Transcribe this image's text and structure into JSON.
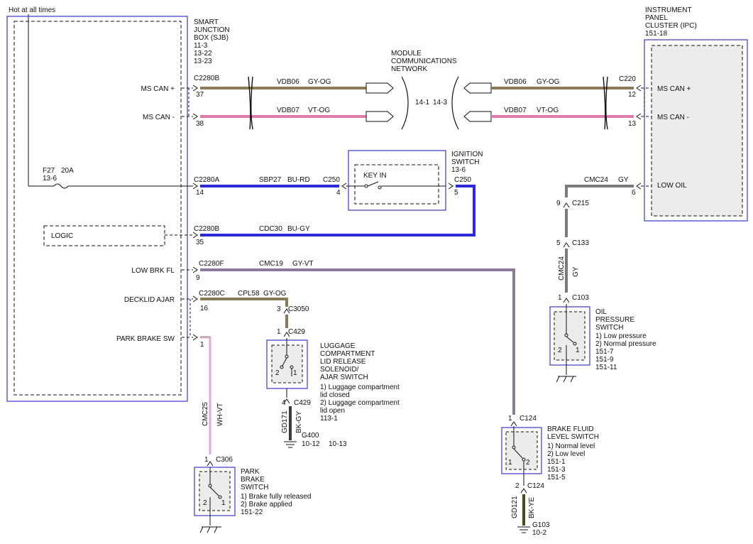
{
  "hot_label": "Hot at all times",
  "sjb": {
    "name_lines": [
      "SMART",
      "JUNCTION",
      "BOX (SJB)",
      "11-3",
      "13-22",
      "13-23"
    ],
    "pin_mscan_plus": "MS CAN +",
    "pin_mscan_minus": "MS CAN -",
    "fuse_id": "F27",
    "fuse_rating": "20A",
    "fuse_ref": "13-6",
    "logic": "LOGIC",
    "low_brk": "LOW BRK FL",
    "decklid": "DECKLID AJAR",
    "park_brake": "PARK BRAKE SW"
  },
  "mcn": {
    "label_lines": [
      "MODULE",
      "COMMUNICATIONS",
      "NETWORK"
    ],
    "ref_left": "14-1",
    "ref_right": "14-3"
  },
  "ipc": {
    "name_lines": [
      "INSTRUMENT",
      "PANEL",
      "CLUSTER (IPC)",
      "151-18"
    ],
    "pin_mscan_plus": "MS CAN +",
    "pin_mscan_minus": "MS CAN -",
    "pin_low_oil": "LOW OIL"
  },
  "ignition": {
    "label_lines": [
      "IGNITION",
      "SWITCH",
      "13-6"
    ],
    "key_in": "KEY IN"
  },
  "circuits": {
    "vdb06_l": {
      "conn": "C2280B",
      "pin": "37",
      "code": "VDB06",
      "color": "GY-OG"
    },
    "vdb07_l": {
      "pin": "38",
      "code": "VDB07",
      "color": "VT-OG"
    },
    "vdb06_r": {
      "conn": "C220",
      "pin": "12",
      "code": "VDB06",
      "color": "GY-OG"
    },
    "vdb07_r": {
      "pin": "13",
      "code": "VDB07",
      "color": "VT-OG"
    },
    "sbp27": {
      "conn": "C2280A",
      "pin": "14",
      "code": "SBP27",
      "color": "BU-RD",
      "conn2": "C250",
      "pin2": "4"
    },
    "ign_out": {
      "conn": "C250",
      "pin": "5"
    },
    "cdc30": {
      "conn": "C2280B",
      "pin": "35",
      "code": "CDC30",
      "color": "BU-GY"
    },
    "cmc19": {
      "conn": "C2280F",
      "pin": "9",
      "code": "CMC19",
      "color": "GY-VT"
    },
    "cpl58": {
      "conn": "C2280C",
      "pin": "16",
      "code": "CPL58",
      "color": "GY-OG"
    },
    "park_pin": {
      "pin": "1"
    },
    "cmc24": {
      "code": "CMC24",
      "color": "GY",
      "pin": "6"
    },
    "cmc24_v": {
      "code": "CMC24",
      "color": "GY"
    },
    "cmc25": {
      "code": "CMC25",
      "color": "WH-VT"
    },
    "gd171": {
      "code": "GD171",
      "color": "BK-GY"
    },
    "gd121": {
      "code": "GD121",
      "color": "BK-YE"
    }
  },
  "connectors": {
    "c215": {
      "name": "C215",
      "pin": "9"
    },
    "c133": {
      "name": "C133",
      "pin": "5"
    },
    "c103": {
      "name": "C103",
      "pin": "1"
    },
    "c3050": {
      "name": "C3050",
      "pin": "3"
    },
    "c429a": {
      "name": "C429",
      "pin": "1"
    },
    "c429b": {
      "name": "C429",
      "pin": "4"
    },
    "c306": {
      "name": "C306",
      "pin": "1"
    },
    "c124a": {
      "name": "C124",
      "pin": "1"
    },
    "c124b": {
      "name": "C124",
      "pin": "2"
    }
  },
  "oil_switch": {
    "label_lines": [
      "OIL",
      "PRESSURE",
      "SWITCH",
      "1) Low pressure",
      "2) Normal pressure",
      "151-7",
      "151-9",
      "151-11"
    ],
    "pin1": "1",
    "pin2": "2"
  },
  "luggage": {
    "label_lines": [
      "LUGGAGE",
      "COMPARTMENT",
      "LID RELEASE",
      "SOLENOID/",
      "AJAR SWITCH",
      "1) Luggage compartment",
      "lid closed",
      "2) Luggage compartment",
      "lid open",
      "113-1"
    ],
    "pin1": "1",
    "pin2": "2"
  },
  "park_switch": {
    "label_lines": [
      "PARK",
      "BRAKE",
      "SWITCH",
      "1) Brake fully released",
      "2) Brake applied",
      "151-22"
    ],
    "pin1": "1",
    "pin2": "2"
  },
  "brake_fluid": {
    "label_lines": [
      "BRAKE FLUID",
      "LEVEL SWITCH",
      "1) Normal level",
      "2) Low level",
      "151-1",
      "151-3",
      "151-5"
    ],
    "pin1": "1",
    "pin2": "2"
  },
  "grounds": {
    "g400": {
      "name": "G400",
      "ref1": "10-12",
      "ref2": "10-13"
    },
    "g103": {
      "name": "G103",
      "ref1": "10-2"
    }
  },
  "colors": {
    "box_blue": "#3a3ad0",
    "gy_og": "#8a7a58",
    "vt_og": "#e07aa8",
    "bu_rd": "#2a2ad8",
    "bu_gy": "#2a2ad8",
    "gy": "#7a7a7a",
    "gy_vt": "#8a7c98",
    "wh_vt": "#e8a8d0",
    "bk_gy": "#3a3a3a",
    "bk_ye": "#4a4a20"
  }
}
